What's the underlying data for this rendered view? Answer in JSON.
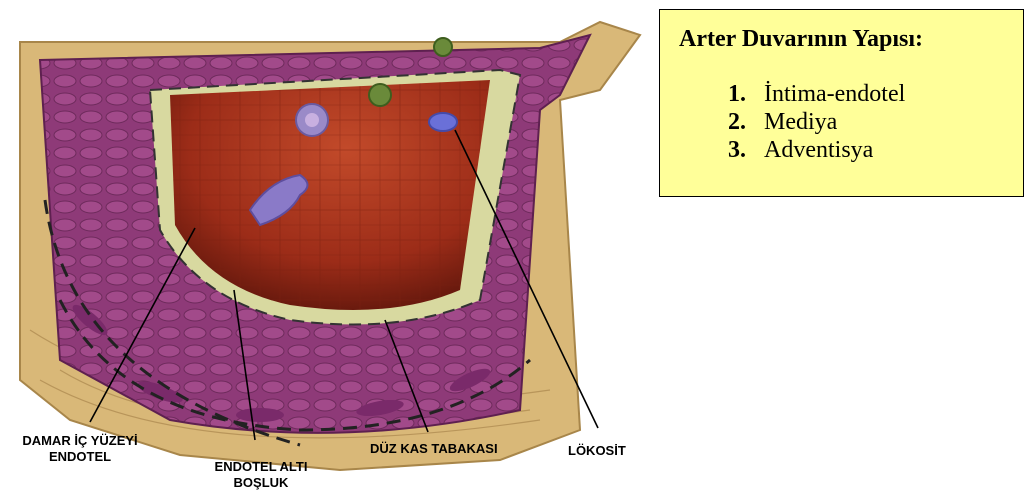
{
  "info_box": {
    "title": "Arter Duvarının Yapısı:",
    "items": [
      {
        "number": "1.",
        "text": "İntima-endotel"
      },
      {
        "number": "2.",
        "text": "Mediya"
      },
      {
        "number": "3.",
        "text": "Adventisya"
      }
    ]
  },
  "labels": {
    "damar_ic_line1": "DAMAR İÇ YÜZEYİ",
    "damar_ic_line2": "ENDOTEL",
    "endotel_alti_line1": "ENDOTEL ALTI",
    "endotel_alti_line2": "BOŞLUK",
    "duz_kas": "DÜZ KAS TABAKASI",
    "lokosit": "LÖKOSİT"
  },
  "colors": {
    "adventitia": "#d9b878",
    "media": "#8e3a78",
    "endothelium": "#d8d9a0",
    "lumen": "#a8321c",
    "info_box_bg": "#ffff99"
  }
}
